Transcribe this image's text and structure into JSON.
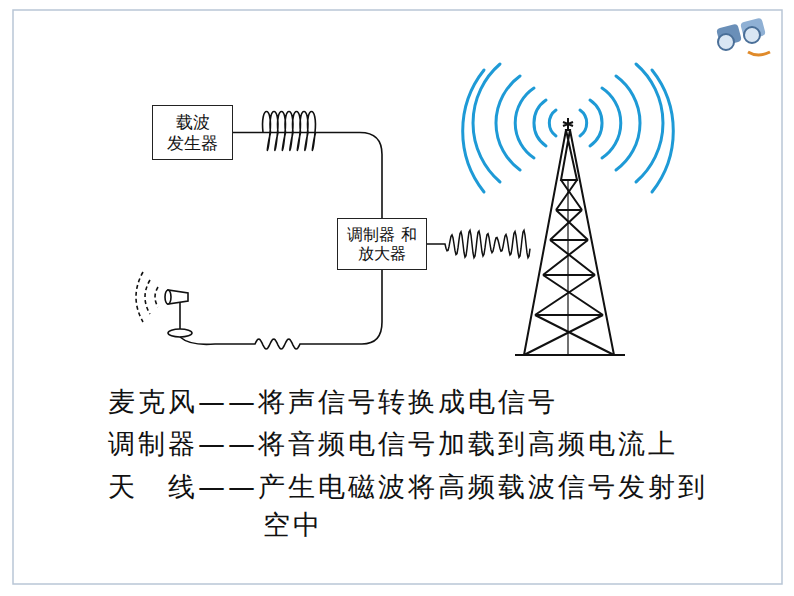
{
  "diagram": {
    "nodes": [
      {
        "text": [
          "载波 发生器"
        ]
      },
      {
        "text": [
          "调制器 和放大器"
        ]
      }
    ],
    "edges": [
      {
        "from": 0,
        "to": 1,
        "arrow": "none"
      }
    ],
    "labels": [
      "麦克风——将声信号转换成电信号",
      "调制器——将音频电信号加载到高频电流上",
      "天　线——产生电磁波将高频载波信号发射到空中"
    ]
  }
}
